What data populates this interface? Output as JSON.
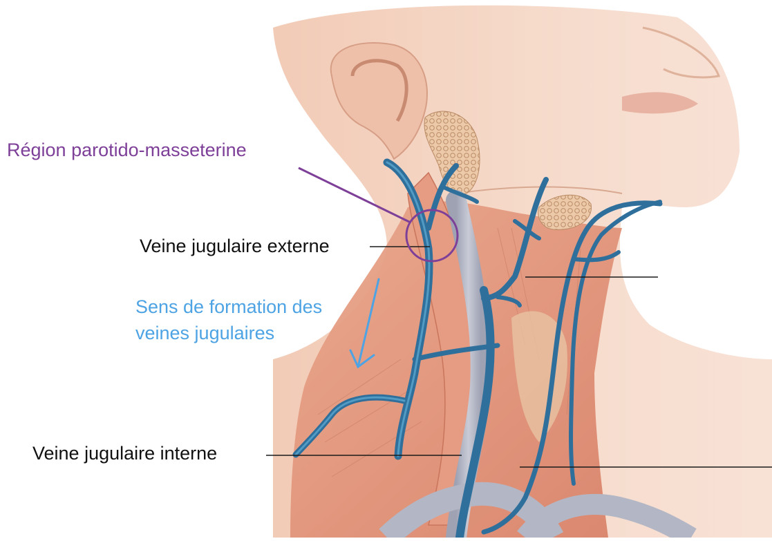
{
  "colors": {
    "skin_light": "#f6dccd",
    "skin_mid": "#eab79f",
    "muscle": "#e2967d",
    "muscle_dark": "#c9755c",
    "vein_blue": "#2f6f9c",
    "vein_light": "#5aa6cf",
    "artery_grey": "#b3b6c4",
    "gland": "#e7c3a2",
    "leader_line": "#1a1a1a",
    "label_purple": "#7d3f98",
    "label_blue": "#4da3e3",
    "label_black": "#111111"
  },
  "labels": {
    "region_parotido": "Région parotido-masseterine",
    "vein_external": "Veine jugulaire externe",
    "formation_line1": "Sens de formation des",
    "formation_line2": "veines jugulaires",
    "vein_internal": "Veine jugulaire interne"
  }
}
